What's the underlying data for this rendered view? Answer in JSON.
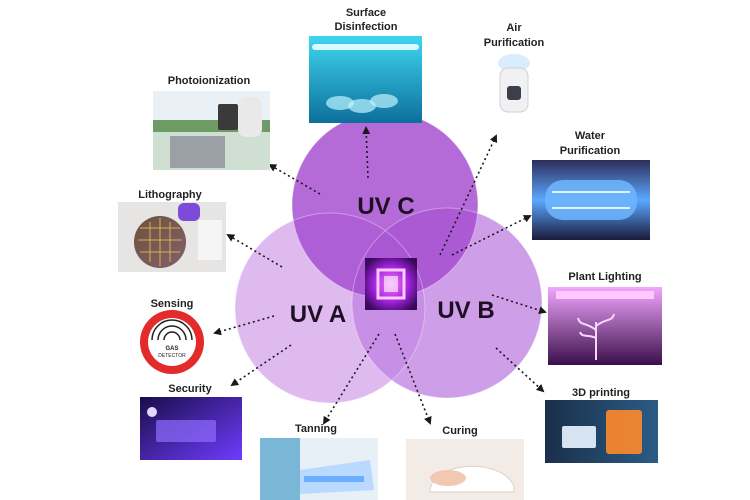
{
  "circles": [
    {
      "id": "uvc",
      "label": "UV C",
      "color": "#a44ad0"
    },
    {
      "id": "uva",
      "label": "UV A",
      "color": "#dcb4ee"
    },
    {
      "id": "uvb",
      "label": "UV B",
      "color": "#c183e3"
    }
  ],
  "applications": {
    "surface_disinfection": {
      "line1": "Surface",
      "line2": "Disinfection",
      "icon": "uv-lamp-disinfection-photo"
    },
    "air_purification": {
      "line1": "Air",
      "line2": "Purification",
      "icon": "air-purifier-photo"
    },
    "photoionization": {
      "line1": "Photoionization",
      "icon": "photoionization-detector-photo"
    },
    "water_purification": {
      "line1": "Water",
      "line2": "Purification",
      "icon": "uv-water-tube-photo"
    },
    "lithography": {
      "line1": "Lithography",
      "icon": "silicon-wafer-photo"
    },
    "plant_lighting": {
      "line1": "Plant Lighting",
      "icon": "grow-light-photo"
    },
    "sensing": {
      "line1": "Sensing",
      "icon": "gas-detector-logo",
      "logo_line1": "GAS",
      "logo_line2": "DETECTOR"
    },
    "security": {
      "line1": "Security",
      "icon": "uv-light-security-photo"
    },
    "three_d_printing": {
      "line1": "3D printing",
      "icon": "resin-3d-printer-photo"
    },
    "tanning": {
      "line1": "Tanning",
      "icon": "tanning-bed-photo"
    },
    "curing": {
      "line1": "Curing",
      "icon": "nail-curing-lamp-photo"
    }
  },
  "colors": {
    "uv_c": "#a44ad0",
    "uv_b": "#c183e3",
    "uv_a": "#dcb4ee",
    "arrow": "#1a1a1a",
    "uv_glow": "#d23cff"
  }
}
